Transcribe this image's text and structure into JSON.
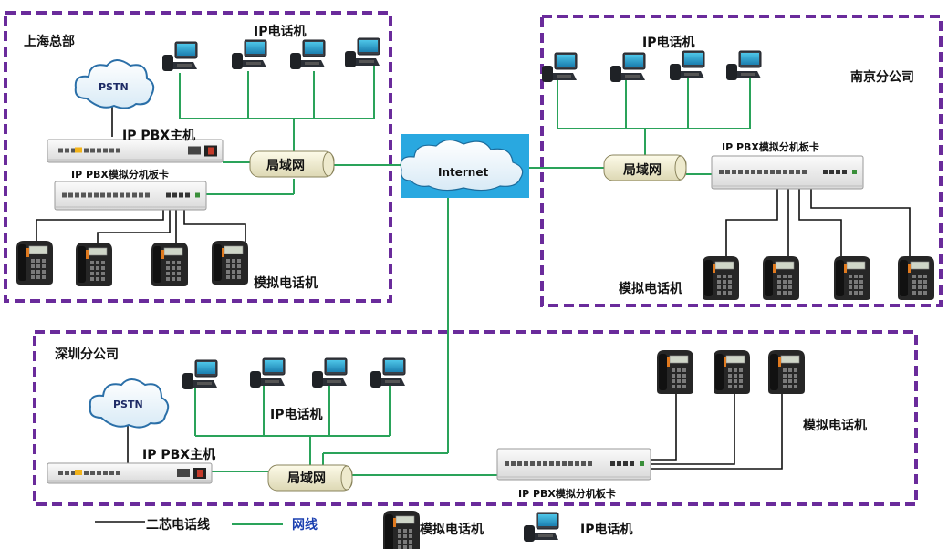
{
  "colors": {
    "zone_border": "#6a2b9b",
    "network_line": "#2aa35a",
    "phone_line": "#111111",
    "internet_bg": "#29a8e0"
  },
  "zones": {
    "shanghai": {
      "name": "上海总部"
    },
    "nanjing": {
      "name": "南京分公司"
    },
    "shenzhen": {
      "name": "深圳分公司"
    }
  },
  "labels": {
    "ip_phone": "IP电话机",
    "analog_phone": "模拟电话机",
    "pstn": "PSTN",
    "ip_pbx_host": "IP PBX主机",
    "ip_pbx_card": "IP PBX模拟分机板卡",
    "lan": "局域网",
    "internet": "Internet"
  },
  "legend": {
    "two_wire": "二芯电话线",
    "network_cable": "网线",
    "analog_phone": "模拟电话机",
    "ip_phone": "IP电话机"
  },
  "icons": {
    "phone_ip": "ip-phone-icon",
    "phone_analog": "analog-phone-icon",
    "cloud": "cloud-icon",
    "device": "pbx-device-icon"
  }
}
